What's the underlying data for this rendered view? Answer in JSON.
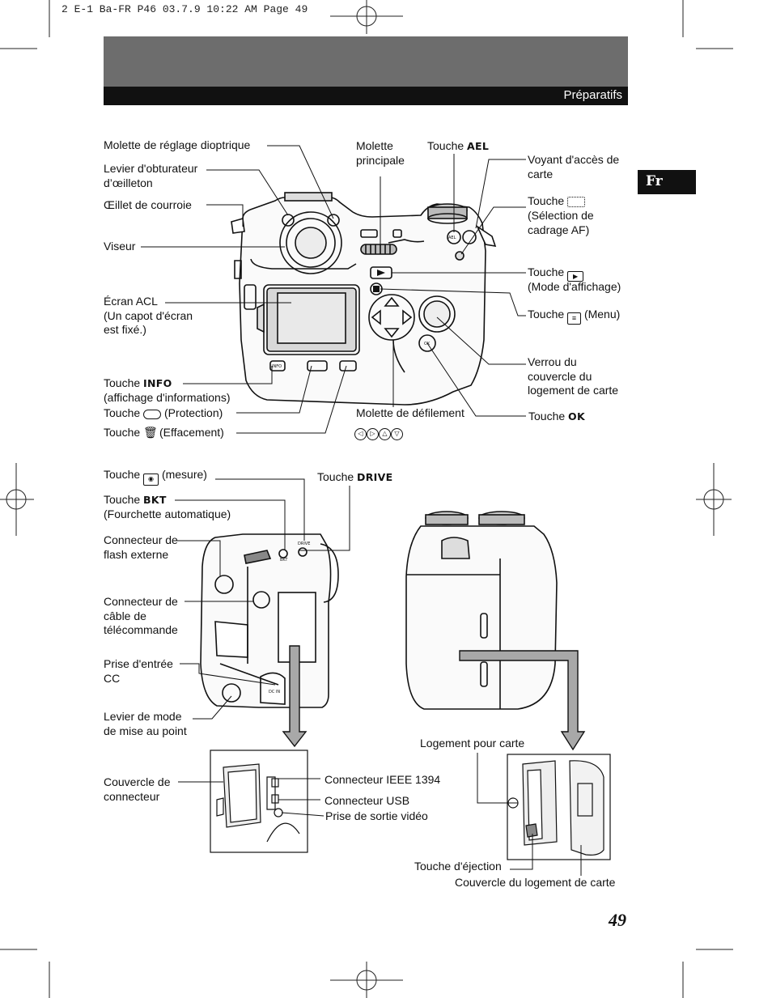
{
  "slug": "2 E-1 Ba-FR P46  03.7.9 10:22 AM  Page 49",
  "header": {
    "section": "Préparatifs"
  },
  "lang_tab": "Fr",
  "page_number": "49",
  "labels": {
    "molette_reglage": "Molette de réglage dioptrique",
    "levier_obturateur": "Levier d'obturateur\nd’œilleton",
    "oeillet": "Œillet de courroie",
    "viseur": "Viseur",
    "ecran_acl": "Écran ACL\n(Un capot d'écran\nest fixé.)",
    "touche_word": "Touche",
    "info_key": "INFO",
    "info_desc": "(affichage d'informations)",
    "protection": "(Protection)",
    "effacement": "(Effacement)",
    "molette_principale": "Molette\nprincipale",
    "ael_key": "AEL",
    "voyant": "Voyant d'accès de\ncarte",
    "selection_af": "(Sélection de\ncadrage AF)",
    "mode_affichage": "(Mode d'affichage)",
    "menu": "(Menu)",
    "verrou": "Verrou du\ncouvercle du\nlogement de carte",
    "molette_defilement": "Molette de défilement",
    "ok_key": "OK",
    "mesure": "(mesure)",
    "bkt_key": "BKT",
    "fourchette": "(Fourchette automatique)",
    "drive_key": "DRIVE",
    "connecteur_flash": "Connecteur de\nflash externe",
    "connecteur_cable": "Connecteur de\ncâble de\ntélécommande",
    "prise_cc": "Prise d'entrée\nCC",
    "levier_mode": "Levier de mode\nde mise au point",
    "logement_carte": "Logement pour carte",
    "couvercle_connecteur": "Couvercle de\nconnecteur",
    "ieee": "Connecteur IEEE 1394",
    "usb": "Connecteur USB",
    "video": "Prise de sortie vidéo",
    "ejection": "Touche d'éjection",
    "couvercle_logement": "Couvercle du logement de carte"
  },
  "camera_marks": {
    "info_btn": "INFO",
    "ok_btn": "OK",
    "ael_btn": "AEL",
    "drive_txt": "DRIVE",
    "bkt_txt": "BKT",
    "dcin_txt": "DC IN"
  },
  "colors": {
    "header_band": "#6d6d6d",
    "header_bar": "#111111",
    "arrow_gray": "#a8a8a8"
  }
}
